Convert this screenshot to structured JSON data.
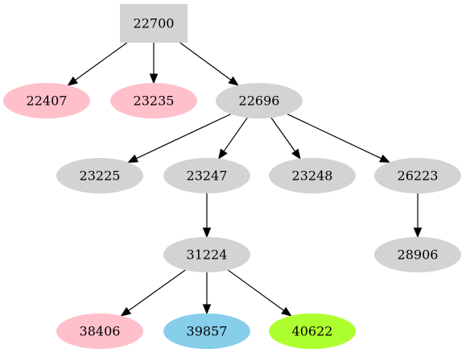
{
  "colors": {
    "gray": "#d3d3d3",
    "pink": "#ffc0cb",
    "blue": "#87ceeb",
    "green": "#adff2f",
    "edge": "#000000"
  },
  "nodes": [
    {
      "id": "n22700",
      "label": "22700",
      "shape": "box",
      "color": "gray"
    },
    {
      "id": "n22407",
      "label": "22407",
      "shape": "ellipse",
      "color": "pink"
    },
    {
      "id": "n23235",
      "label": "23235",
      "shape": "ellipse",
      "color": "pink"
    },
    {
      "id": "n22696",
      "label": "22696",
      "shape": "ellipse",
      "color": "gray"
    },
    {
      "id": "n23225",
      "label": "23225",
      "shape": "ellipse",
      "color": "gray"
    },
    {
      "id": "n23247",
      "label": "23247",
      "shape": "ellipse",
      "color": "gray"
    },
    {
      "id": "n23248",
      "label": "23248",
      "shape": "ellipse",
      "color": "gray"
    },
    {
      "id": "n26223",
      "label": "26223",
      "shape": "ellipse",
      "color": "gray"
    },
    {
      "id": "n31224",
      "label": "31224",
      "shape": "ellipse",
      "color": "gray"
    },
    {
      "id": "n28906",
      "label": "28906",
      "shape": "ellipse",
      "color": "gray"
    },
    {
      "id": "n38406",
      "label": "38406",
      "shape": "ellipse",
      "color": "pink"
    },
    {
      "id": "n39857",
      "label": "39857",
      "shape": "ellipse",
      "color": "blue"
    },
    {
      "id": "n40622",
      "label": "40622",
      "shape": "ellipse",
      "color": "green"
    }
  ],
  "edges": [
    {
      "from": "n22700",
      "to": "n22407"
    },
    {
      "from": "n22700",
      "to": "n23235"
    },
    {
      "from": "n22700",
      "to": "n22696"
    },
    {
      "from": "n22696",
      "to": "n23225"
    },
    {
      "from": "n22696",
      "to": "n23247"
    },
    {
      "from": "n22696",
      "to": "n23248"
    },
    {
      "from": "n22696",
      "to": "n26223"
    },
    {
      "from": "n23247",
      "to": "n31224"
    },
    {
      "from": "n26223",
      "to": "n28906"
    },
    {
      "from": "n31224",
      "to": "n38406"
    },
    {
      "from": "n31224",
      "to": "n39857"
    },
    {
      "from": "n31224",
      "to": "n40622"
    }
  ]
}
